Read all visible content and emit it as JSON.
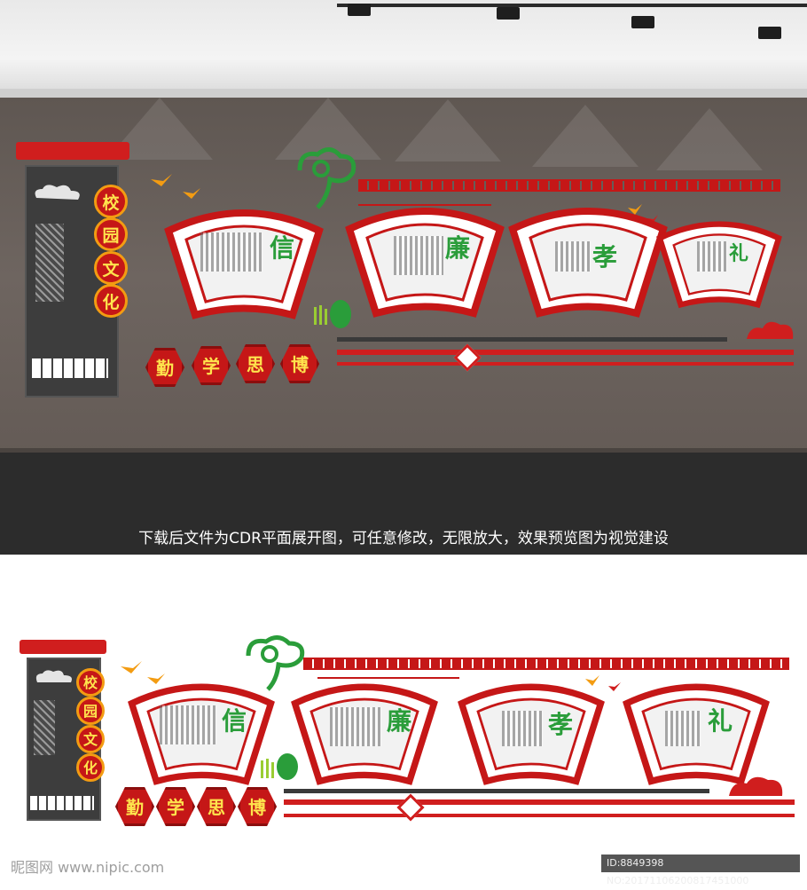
{
  "caption": "下载后文件为CDR平面展开图，可任意修改，无限放大，效果预览图为视觉建设",
  "pillar_chars": [
    "校",
    "园",
    "文",
    "化"
  ],
  "motto_chars": [
    "勤",
    "学",
    "思",
    "博"
  ],
  "fans": [
    {
      "char": "信"
    },
    {
      "char": "廉"
    },
    {
      "char": "孝"
    },
    {
      "char": "礼"
    }
  ],
  "watermark": {
    "left": "昵图网 www.nipic.com",
    "right": "ID:8849398 NO:20171106200817451000"
  },
  "colors": {
    "red": "#d01e1e",
    "dark_red": "#8b0e0e",
    "green": "#2a9d3a",
    "gold": "#f39c12",
    "wall": "#6b625c"
  },
  "icons": [
    "cloud-icon",
    "bird-icon",
    "leaf-icon",
    "diamond-icon"
  ]
}
